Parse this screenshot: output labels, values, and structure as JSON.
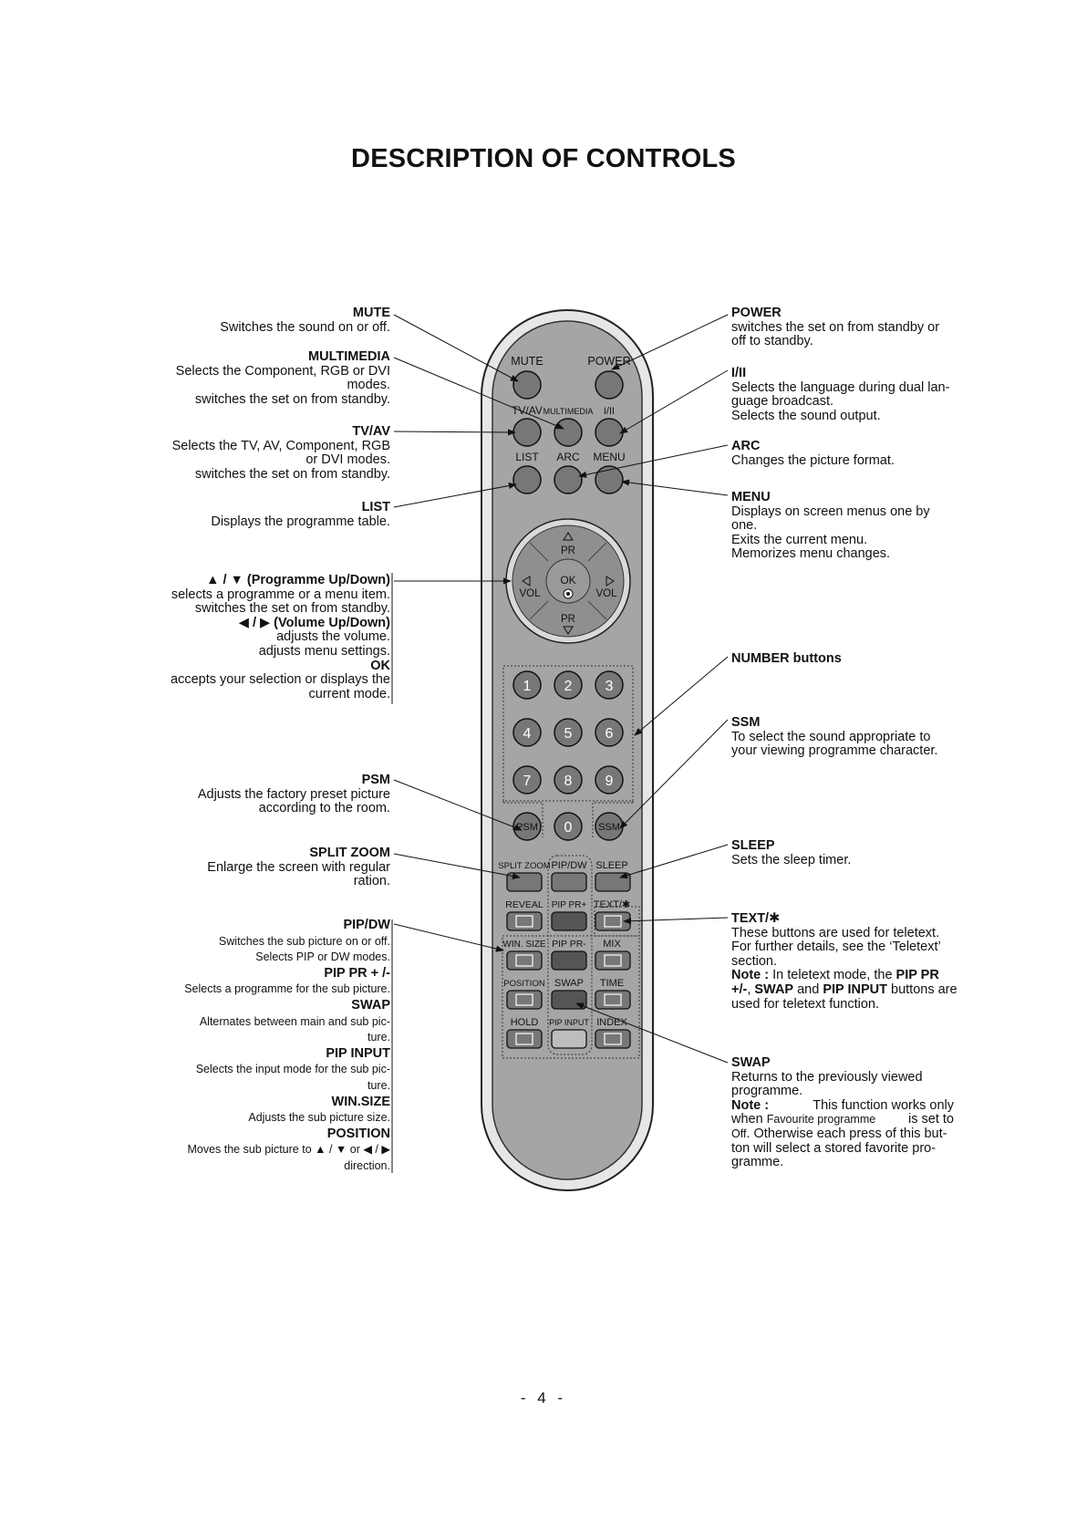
{
  "title": "DESCRIPTION OF CONTROLS",
  "page_number": "- 4 -",
  "left_labels": {
    "mute": {
      "heading": "MUTE",
      "lines": [
        "Switches the sound on or off."
      ]
    },
    "multimedia": {
      "heading": "MULTIMEDIA",
      "lines": [
        "Selects the Component, RGB or DVI",
        "modes.",
        "switches the set on from standby."
      ]
    },
    "tvav": {
      "heading": "TV/AV",
      "lines": [
        "Selects the TV, AV, Component, RGB",
        "or DVI modes.",
        "switches the set on from standby."
      ]
    },
    "list": {
      "heading": "LIST",
      "lines": [
        "Displays the programme table."
      ]
    },
    "pr": {
      "heading": "▲ / ▼ (Programme Up/Down)",
      "lines": [
        "selects a programme or a menu item.",
        "switches the set on from standby."
      ]
    },
    "vol": {
      "heading": "◀ / ▶ (Volume Up/Down)",
      "lines": [
        "adjusts the volume.",
        "adjusts menu settings."
      ]
    },
    "ok": {
      "heading": "OK",
      "lines": [
        "accepts your selection or displays the",
        "current mode."
      ]
    },
    "psm": {
      "heading": "PSM",
      "lines": [
        "Adjusts the factory preset picture",
        "according to the room."
      ]
    },
    "split_zoom": {
      "heading": "SPLIT ZOOM",
      "lines": [
        "Enlarge the screen with regular",
        "ration."
      ]
    },
    "pipdw": {
      "heading": "PIP/DW",
      "lines": [
        "Switches the sub picture on or off.",
        "Selects PIP or DW modes."
      ]
    },
    "pippr": {
      "heading": "PIP PR + /-",
      "lines": [
        "Selects a programme for the sub picture."
      ]
    },
    "swap": {
      "heading": "SWAP",
      "lines": [
        "Alternates between main and sub pic-",
        "ture."
      ]
    },
    "pipinput": {
      "heading": "PIP INPUT",
      "lines": [
        "Selects the input mode for the sub pic-",
        "ture."
      ]
    },
    "winsize": {
      "heading": "WIN.SIZE",
      "lines": [
        "Adjusts the sub picture size."
      ]
    },
    "position": {
      "heading": "POSITION",
      "lines": [
        "Moves the sub picture to ▲ / ▼ or ◀ / ▶",
        "direction."
      ]
    }
  },
  "right_labels": {
    "power": {
      "heading": "POWER",
      "lines": [
        "switches the set on from standby or",
        "off to standby."
      ]
    },
    "i_ii": {
      "heading": "I/II",
      "lines": [
        "Selects the language during dual lan-",
        "guage broadcast.",
        "Selects the sound output."
      ]
    },
    "arc": {
      "heading": "ARC",
      "lines": [
        "Changes the picture format."
      ]
    },
    "menu": {
      "heading": "MENU",
      "lines": [
        "Displays on screen menus one by",
        "one.",
        "Exits the current menu.",
        "Memorizes menu changes."
      ]
    },
    "number": {
      "heading": "NUMBER buttons",
      "lines": []
    },
    "ssm": {
      "heading": "SSM",
      "lines": [
        "To select the sound appropriate to",
        "your viewing programme character."
      ]
    },
    "sleep": {
      "heading": "SLEEP",
      "lines": [
        "Sets the sleep timer."
      ]
    },
    "text": {
      "heading": "TEXT/✱",
      "lines": [
        "These buttons are used for teletext.",
        "For further details, see the ‘Teletext’",
        "section."
      ],
      "note_label": "Note :",
      "note_a": " In teletext mode, the ",
      "note_b1": "PIP PR",
      "note_b2": "+/-",
      "note_c": ", ",
      "note_d": "SWAP",
      "note_e": " and ",
      "note_f": "PIP INPUT",
      "note_g": " buttons are",
      "note_h": "used for teletext function."
    },
    "swap2": {
      "heading": "SWAP",
      "lines": [
        "Returns to the previously viewed",
        "programme."
      ],
      "note_label": "Note :",
      "note_a": " This function works only",
      "note_b": "when ",
      "note_c": "Favourite programme",
      "note_d": " is set to",
      "note_e": "Off",
      "note_f": ". Otherwise each press of this but-",
      "note_g": "ton will select a stored favorite pro-",
      "note_h": "gramme."
    }
  },
  "remote": {
    "mute": "MUTE",
    "power": "POWER",
    "tvav": "TV/AV",
    "multimedia": "MULTIMEDIA",
    "i_ii": "I/II",
    "list": "LIST",
    "arc": "ARC",
    "menu": "MENU",
    "pr_top": "PR",
    "pr_bottom": "PR",
    "vol_left": "VOL",
    "vol_right": "VOL",
    "ok": "OK",
    "digits": [
      "1",
      "2",
      "3",
      "4",
      "5",
      "6",
      "7",
      "8",
      "9",
      "0"
    ],
    "psm": "PSM",
    "ssm": "SSM",
    "split_zoom": "SPLIT ZOOM",
    "pipdw": "PIP/DW",
    "sleep": "SLEEP",
    "reveal": "REVEAL",
    "pip_pr_plus": "PIP PR+",
    "text": "TEXT/✱",
    "win_size": "WIN. SIZE",
    "pip_pr_minus": "PIP PR-",
    "mix": "MIX",
    "position": "POSITION",
    "swap": "SWAP",
    "time": "TIME",
    "hold": "HOLD",
    "pip_input": "PIP INPUT",
    "index": "INDEX"
  }
}
